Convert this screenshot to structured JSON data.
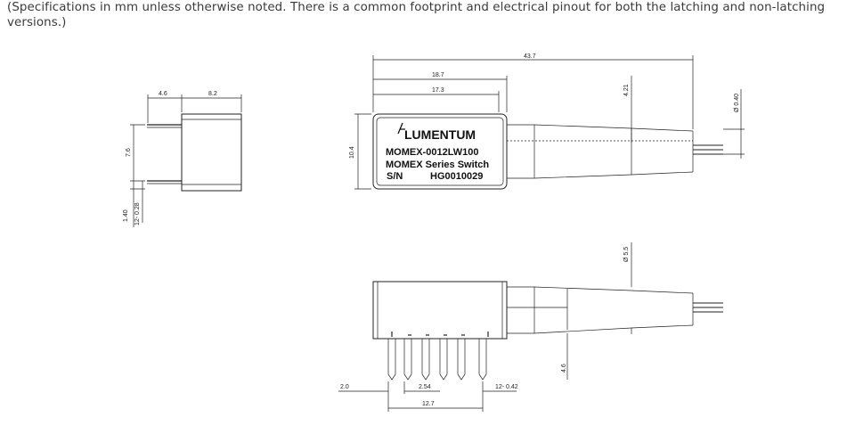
{
  "caption": {
    "line1": "(Specifications in mm unless otherwise noted. There is a common footprint and electrical pinout for both the latching and non-latching",
    "line2": "versions.)"
  },
  "label": {
    "brand": "LUMENTUM",
    "model": "MOMEX-0012LW100",
    "series": "MOMEX Series Switch",
    "sn_label": "S/N",
    "sn_value": "HG0010029"
  },
  "dims_side": {
    "d4_6": "4.6",
    "d8_2": "8.2",
    "d7_6": "7.6",
    "d1_40": "1.40",
    "d12_028": "12- 0.28"
  },
  "dims_top": {
    "d43_7": "43.7",
    "d18_7": "18.7",
    "d17_3": "17.3",
    "d10_4": "10.4",
    "d4_21": "4.21",
    "d0_40": "Ø 0.40"
  },
  "dims_front": {
    "d0_55": "Ø 5.5",
    "d2_0": "2.0",
    "d2_54": "2.54",
    "d12_042": "12- 0.42",
    "d12_7": "12.7",
    "d4_6b": "4.6"
  }
}
